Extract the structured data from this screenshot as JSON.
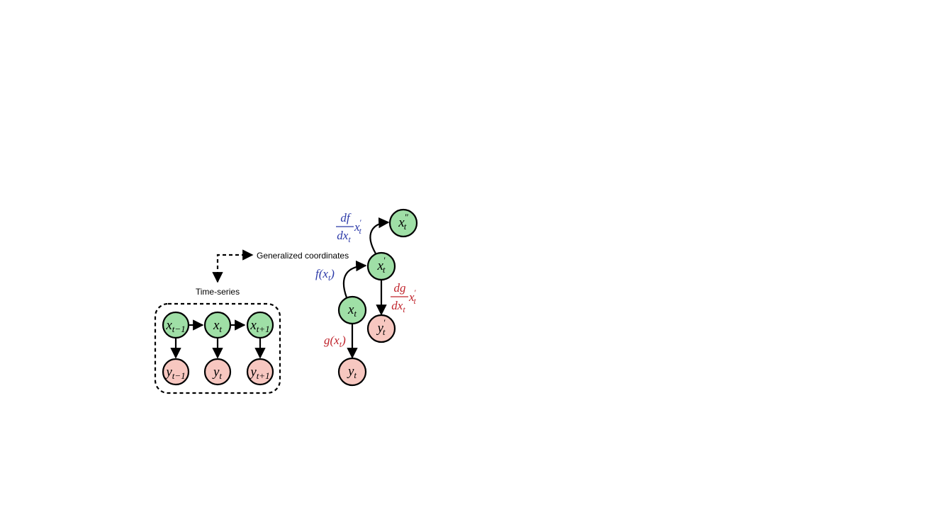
{
  "labels": {
    "generalized_coordinates": "Generalized coordinates",
    "time_series": "Time-series"
  },
  "time_series_nodes": {
    "x_prev": {
      "base": "x",
      "sub": "t−1"
    },
    "x_curr": {
      "base": "x",
      "sub": "t"
    },
    "x_next": {
      "base": "x",
      "sub": "t+1"
    },
    "y_prev": {
      "base": "y",
      "sub": "t−1"
    },
    "y_curr": {
      "base": "y",
      "sub": "t"
    },
    "y_next": {
      "base": "y",
      "sub": "t+1"
    }
  },
  "generalized_nodes": {
    "x0": {
      "base": "x",
      "sub": "t"
    },
    "x1": {
      "base": "x",
      "prime": "′",
      "sub": "t"
    },
    "x2": {
      "base": "x",
      "prime": "″",
      "sub": "t"
    },
    "y0": {
      "base": "y",
      "sub": "t"
    },
    "y1": {
      "base": "y",
      "prime": "′",
      "sub": "t"
    }
  },
  "equations": {
    "f": {
      "head": "f(x",
      "sub": "t",
      "tail": ")"
    },
    "g": {
      "head": "g(x",
      "sub": "t",
      "tail": ")"
    },
    "df": {
      "num": "df",
      "den": "dx",
      "den_sub": "t",
      "post": "x",
      "post_prime": "′",
      "post_sub": "t"
    },
    "dg": {
      "num": "dg",
      "den": "dx",
      "den_sub": "t",
      "post": "x",
      "post_prime": "′",
      "post_sub": "t"
    }
  },
  "colors": {
    "state_fill": "#9fdfa6",
    "obs_fill": "#f7c7c0",
    "stroke": "#000000",
    "blue_text": "#2c3aa8",
    "red_text": "#c0242c"
  }
}
